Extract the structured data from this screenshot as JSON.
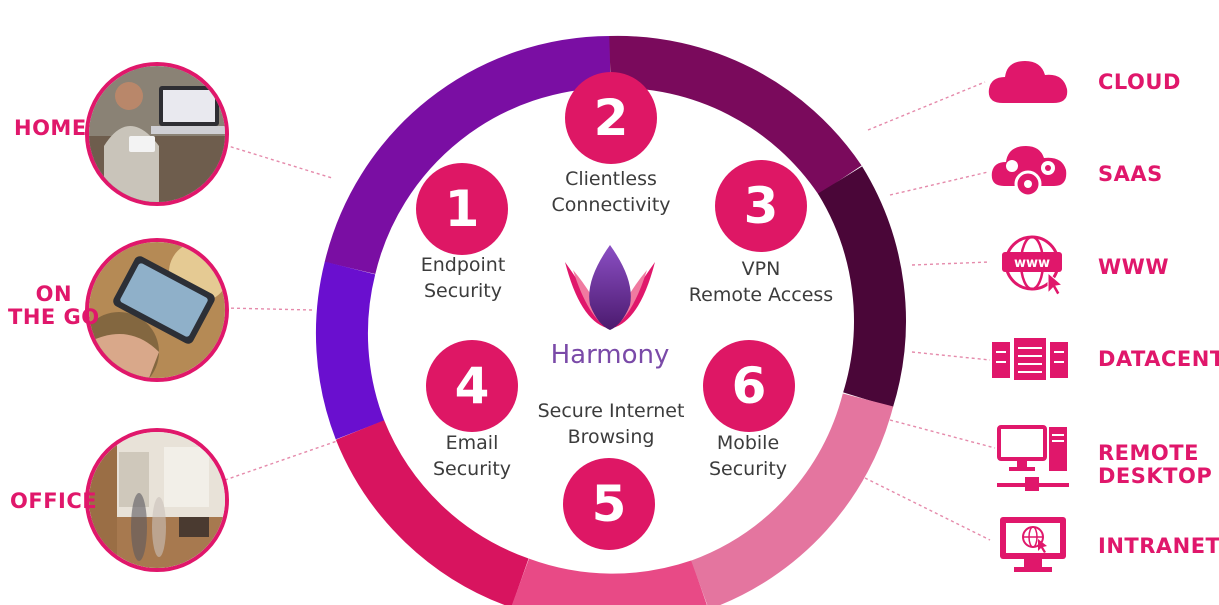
{
  "brand": {
    "name": "Harmony"
  },
  "features": [
    {
      "number": "1",
      "caption": "Endpoint\nSecurity"
    },
    {
      "number": "2",
      "caption": "Clientless\nConnectivity"
    },
    {
      "number": "3",
      "caption": "VPN\nRemote Access"
    },
    {
      "number": "4",
      "caption": "Email\nSecurity"
    },
    {
      "number": "5",
      "caption": "Secure Internet\nBrowsing"
    },
    {
      "number": "6",
      "caption": "Mobile\nSecurity"
    }
  ],
  "locations": [
    {
      "label": "HOME"
    },
    {
      "label": "ON\nTHE GO"
    },
    {
      "label": "OFFICE"
    }
  ],
  "resources": [
    {
      "label": "CLOUD",
      "icon": "cloud-icon"
    },
    {
      "label": "SAAS",
      "icon": "cloud-gears-icon"
    },
    {
      "label": "WWW",
      "icon": "www-globe-icon"
    },
    {
      "label": "DATACENTER",
      "icon": "server-rack-icon"
    },
    {
      "label": "REMOTE\nDESKTOP",
      "icon": "remote-desktop-icon"
    },
    {
      "label": "INTRANET",
      "icon": "intranet-monitor-icon"
    }
  ],
  "colors": {
    "accent": "#e0176b",
    "ring_purple": "#6a0fcf",
    "ring_dark": "#4a0638",
    "ring_pink": "#e4759f",
    "brand_purple": "#7a4aa8"
  }
}
